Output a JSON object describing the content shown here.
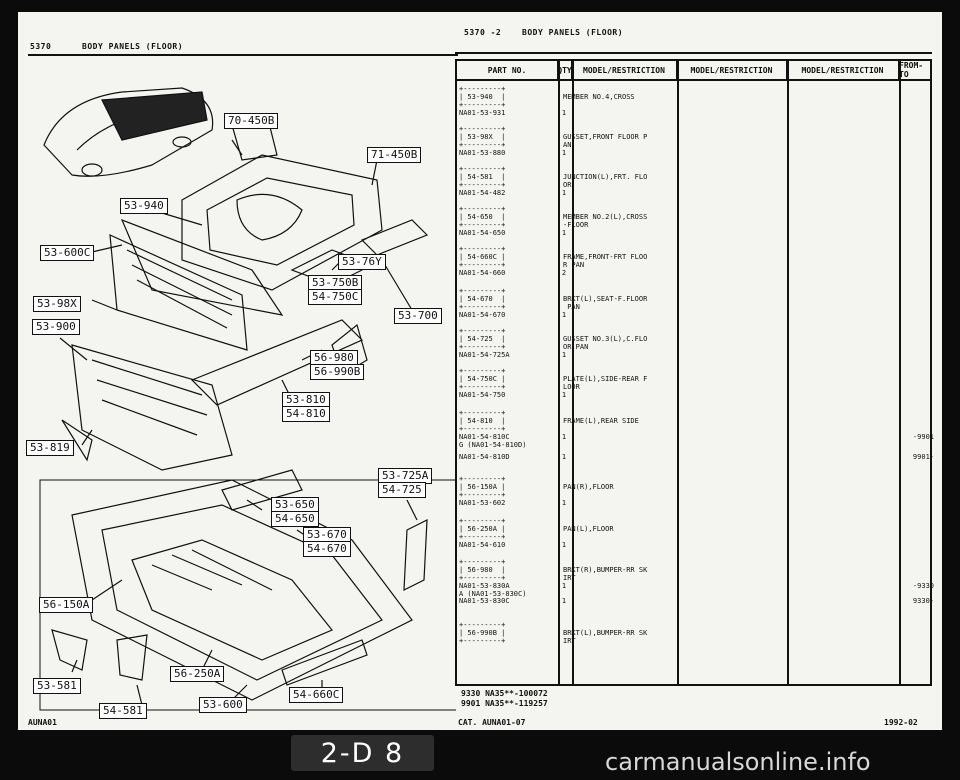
{
  "left_header": {
    "code": "5370",
    "title": "BODY PANELS (FLOOR)"
  },
  "right_header": {
    "code": "5370 -2",
    "title": "BODY PANELS (FLOOR)"
  },
  "callouts": [
    "70-450B",
    "71-450B",
    "53-940",
    "53-600C",
    "53-76Y",
    "53-750B",
    "54-750C",
    "53-98X",
    "53-900",
    "53-700",
    "56-980",
    "56-990B",
    "53-810",
    "54-810",
    "53-819",
    "53-725A",
    "54-725",
    "53-650",
    "54-650",
    "53-670",
    "54-670",
    "56-150A",
    "56-250A",
    "53-600",
    "54-660C",
    "53-581",
    "54-581"
  ],
  "table": {
    "headers": {
      "part_no": "PART NO.",
      "qty": "QTY",
      "model1": "MODEL/RESTRICTION",
      "model2": "MODEL/RESTRICTION",
      "model3": "MODEL/RESTRICTION",
      "from_to": "FROM-TO"
    },
    "rows": [
      {
        "ref": "+---------+\n| 53-940  |\n+---------+",
        "pn": "NA01-53-931",
        "qty": "1",
        "desc": "MEMBER NO.4,CROSS",
        "fr": ""
      },
      {
        "ref": "+---------+\n| 53-98X  |\n+---------+",
        "pn": "NA01-53-880",
        "qty": "1",
        "desc": "GUSSET,FRONT FLOOR P\nAN",
        "fr": ""
      },
      {
        "ref": "+---------+\n| 54-581  |\n+---------+",
        "pn": "NA01-54-482",
        "qty": "1",
        "desc": "JUNCTION(L),FRT. FLO\nOR",
        "fr": ""
      },
      {
        "ref": "+---------+\n| 54-650  |\n+---------+",
        "pn": "NA01-54-650",
        "qty": "1",
        "desc": "MEMBER NO.2(L),CROSS\n-FLOOR",
        "fr": ""
      },
      {
        "ref": "+---------+\n| 54-660C |\n+---------+",
        "pn": "NA01-54-660",
        "qty": "2",
        "desc": "FRAME,FRONT-FRT FLOO\nR PAN",
        "fr": ""
      },
      {
        "ref": "+---------+\n| 54-670  |\n+---------+",
        "pn": "NA01-54-670",
        "qty": "1",
        "desc": "BRKT(L),SEAT-F.FLOOR\n PAN",
        "fr": ""
      },
      {
        "ref": "+---------+\n| 54-725  |\n+---------+",
        "pn": "NA01-54-725A",
        "qty": "1",
        "desc": "GUSSET NO.3(L),C.FLO\nOR PAN",
        "fr": ""
      },
      {
        "ref": "+---------+\n| 54-750C |\n+---------+",
        "pn": "NA01-54-750",
        "qty": "1",
        "desc": "PLATE(L),SIDE-REAR F\nLOOR",
        "fr": ""
      },
      {
        "ref": "+---------+\n| 54-810  |\n+---------+",
        "pn": "NA01-54-810C\nG (NA01-54-810D)",
        "qty": "1",
        "desc": "FRAME(L),REAR SIDE",
        "fr": "-9901"
      },
      {
        "ref": "",
        "pn": "NA01-54-810D",
        "qty": "1",
        "desc": "",
        "fr": "9901-"
      },
      {
        "ref": "+---------+\n| 56-150A |\n+---------+",
        "pn": "NA01-53-602",
        "qty": "1",
        "desc": "PAN(R),FLOOR",
        "fr": ""
      },
      {
        "ref": "+---------+\n| 56-250A |\n+---------+",
        "pn": "NA01-54-610",
        "qty": "1",
        "desc": "PAN(L),FLOOR",
        "fr": ""
      },
      {
        "ref": "+---------+\n| 56-980  |\n+---------+",
        "pn": "NA01-53-830A\nA (NA01-53-830C)",
        "qty": "1",
        "desc": "BRKT(R),BUMPER-RR SK\nIRT",
        "fr": "-9330"
      },
      {
        "ref": "",
        "pn": "NA01-53-830C",
        "qty": "1",
        "desc": "",
        "fr": "9330-"
      },
      {
        "ref": "+---------+\n| 56-990B |\n+---------+",
        "pn": "",
        "qty": "",
        "desc": "BRKT(L),BUMPER-RR SK\nIRT",
        "fr": ""
      }
    ],
    "notes": [
      "9330 NA35**-100072",
      "9901 NA35**-119257"
    ]
  },
  "footer": {
    "left": "AUNA01",
    "cat": "CAT. AUNA01-07",
    "date": "1992-02"
  },
  "badge": "2-D 8",
  "watermark": "carmanualsonline.info"
}
